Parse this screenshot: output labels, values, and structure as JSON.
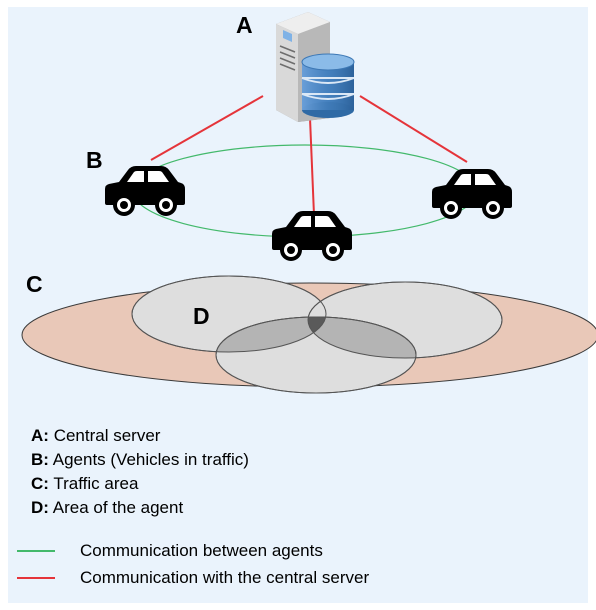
{
  "labels": {
    "a": "A",
    "b": "B",
    "c": "C",
    "d": "D"
  },
  "legend": {
    "items": [
      {
        "key": "A:",
        "text": "Central server"
      },
      {
        "key": "B:",
        "text": "Agents (Vehicles in traffic)"
      },
      {
        "key": "C:",
        "text": "Traffic area"
      },
      {
        "key": "D:",
        "text": "Area of the agent"
      }
    ],
    "lines": [
      {
        "text": "Communication between agents",
        "color": "#43b96b"
      },
      {
        "text": "Communication with the central server",
        "color": "#e5343a"
      }
    ]
  },
  "colors": {
    "background": "#eaf3fc",
    "traffic_area": "#e9c8b8",
    "agent_area": "#dedede",
    "agent_overlap": "#b4b4b4",
    "triple_overlap": "#5a5a5a",
    "server_link": "#e5343a",
    "agent_link": "#43b96b"
  },
  "icons": {
    "server": "server-with-database-icon",
    "vehicle": "car-icon"
  }
}
